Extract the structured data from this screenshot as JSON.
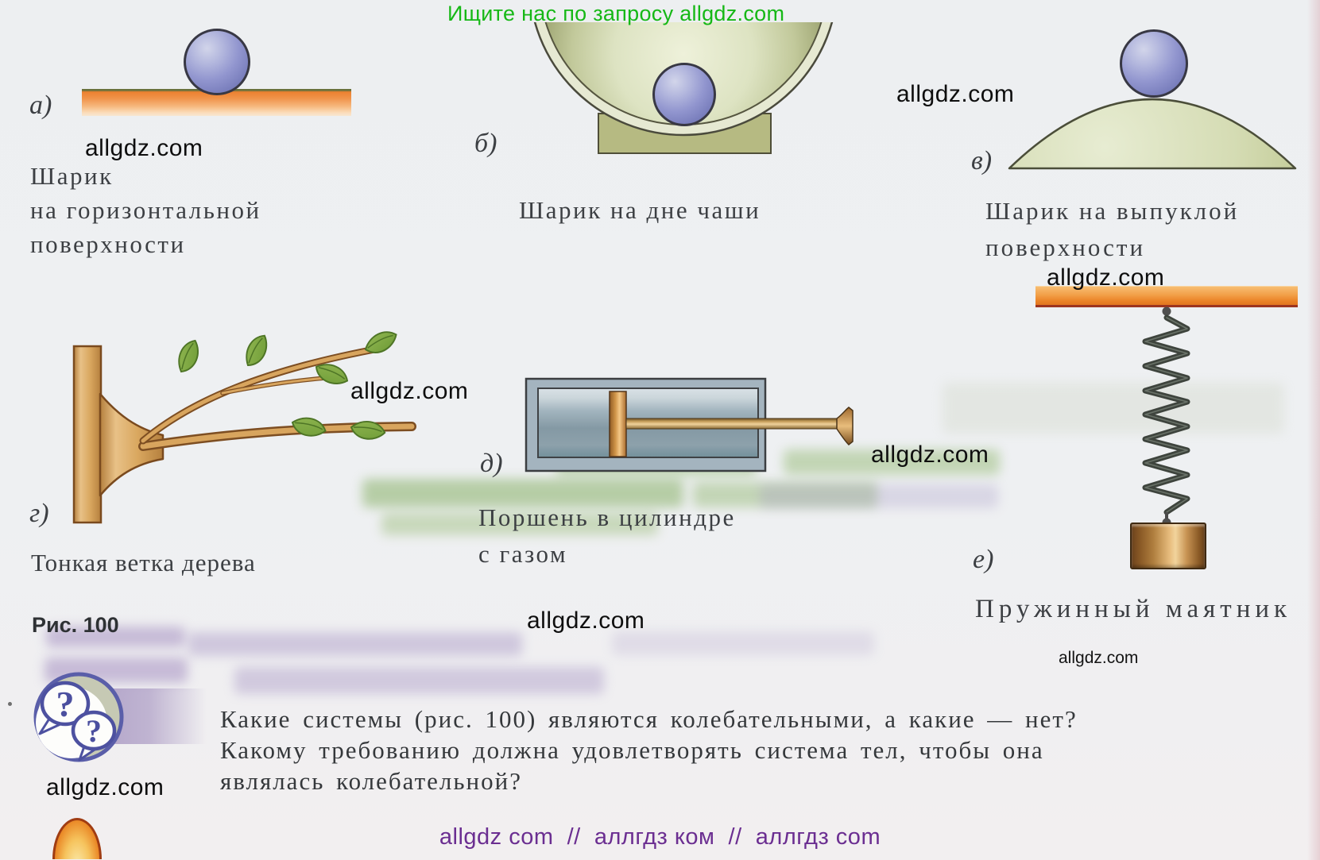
{
  "header": {
    "promo_text": "Ищите нас по запросу allgdz.com"
  },
  "watermark_text": "allgdz.com",
  "figure_label": "Рис. 100",
  "panels": {
    "a": {
      "label": "а)",
      "caption_lines": [
        "Шарик",
        "на горизонтальной",
        "поверхности"
      ]
    },
    "b": {
      "label": "б)",
      "caption": "Шарик на дне чаши"
    },
    "v": {
      "label": "в)",
      "caption_lines": [
        "Шарик на выпуклой",
        "поверхности"
      ]
    },
    "g": {
      "label": "г)",
      "caption": "Тонкая ветка дерева"
    },
    "d": {
      "label": "д)",
      "caption_lines": [
        "Поршень в цилиндре",
        "с газом"
      ]
    },
    "e": {
      "label": "е)",
      "caption": "Пружинный маятник"
    }
  },
  "question": {
    "lines": [
      "Какие системы (рис. 100) являются колебательными, а какие — нет?",
      "Какому требованию должна удовлетворять система тел, чтобы она",
      "являлась колебательной?"
    ]
  },
  "footer": {
    "promo_text": "allgdz com  //  аллгдз ком  //  аллгдз com"
  },
  "colors": {
    "header_green": "#16b816",
    "footer_purple": "#6b2e91",
    "surface_orange": "#ee8130",
    "ball_purple": "#9296cf",
    "bowl_green": "#c9cfa0",
    "copper": "#c9944e",
    "icon_purple": "#4d51a0"
  }
}
